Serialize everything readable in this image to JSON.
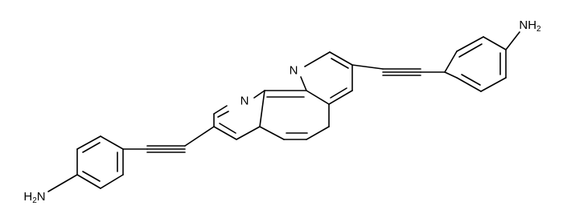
{
  "molecule": {
    "labels": {
      "amine_right": "NH",
      "amine_right_sub": "2",
      "amine_left": "H",
      "amine_left_sub": "2",
      "amine_left_tail": "N",
      "ring_n_top": "N",
      "ring_n_bottom": "N"
    },
    "colors": {
      "bond": "#000000",
      "background": "#ffffff"
    }
  }
}
